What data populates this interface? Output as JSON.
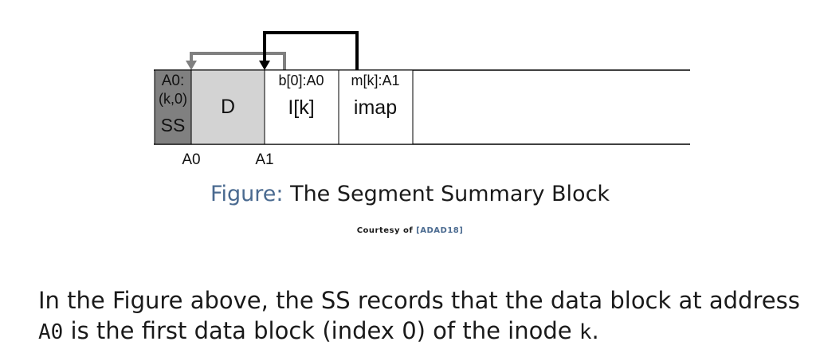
{
  "diagram": {
    "ss_block": {
      "line1": "A0:",
      "line2": "(k,0)",
      "line3": "SS",
      "color": "#808080"
    },
    "d_block": {
      "label": "D",
      "color": "#d3d3d3"
    },
    "inode_block": {
      "pointer": "b[0]:A0",
      "label": "I[k]"
    },
    "imap_block": {
      "pointer": "m[k]:A1",
      "label": "imap"
    },
    "address_labels": [
      "A0",
      "A1"
    ],
    "arrow_colors": {
      "ss_to_d": "#808080",
      "imap_to_inode": "#000000"
    }
  },
  "caption": {
    "prefix": "Figure:",
    "text": "The Segment Summary Block"
  },
  "courtesy": {
    "text": "Courtesy of",
    "citation": "[ADAD18]"
  },
  "body": {
    "part1": "In the Figure above, the SS records that the data block at address",
    "code1": "A0",
    "part2": "is the first data block (index 0) of the inode",
    "code2": "k",
    "part3": "."
  }
}
